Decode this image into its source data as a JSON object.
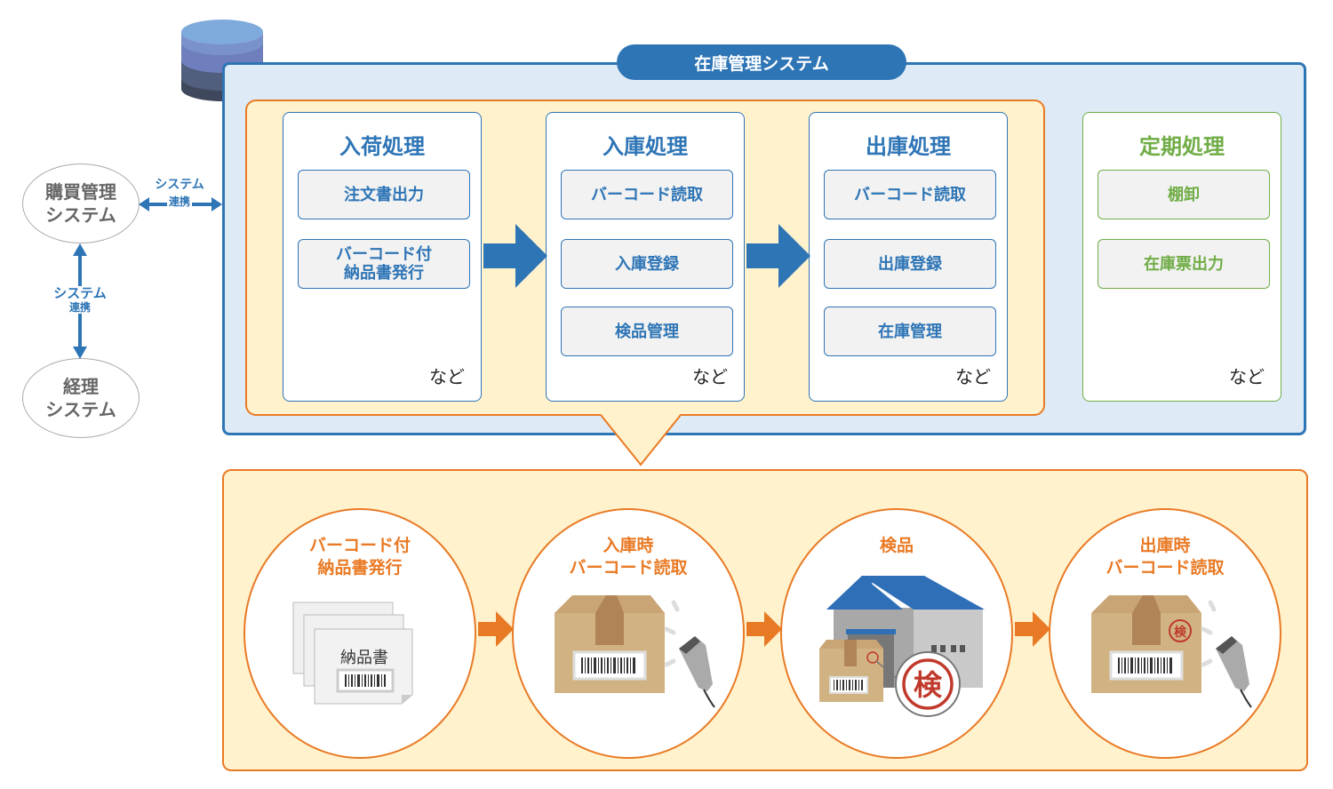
{
  "diagram": {
    "system_title": "在庫管理システム",
    "external_systems": [
      {
        "name_line1": "購買管理",
        "name_line2": "システム"
      },
      {
        "name_line1": "経理",
        "name_line2": "システム"
      }
    ],
    "links": [
      {
        "line1": "システム",
        "line2": "連携",
        "between": "購買管理システム ↔ 在庫管理システム"
      },
      {
        "line1": "システム",
        "line2": "連携",
        "between": "購買管理システム ↔ 経理システム"
      }
    ],
    "process_cards": [
      {
        "title": "入荷処理",
        "items": [
          "注文書出力",
          "バーコード付\n納品書発行"
        ],
        "etc": "など"
      },
      {
        "title": "入庫処理",
        "items": [
          "バーコード読取",
          "入庫登録",
          "検品管理"
        ],
        "etc": "など"
      },
      {
        "title": "出庫処理",
        "items": [
          "バーコード読取",
          "出庫登録",
          "在庫管理"
        ],
        "etc": "など"
      },
      {
        "title": "定期処理",
        "items": [
          "棚卸",
          "在庫票出力"
        ],
        "etc": "など"
      }
    ],
    "workflow_steps": [
      {
        "line1": "バーコード付",
        "line2": "納品書発行",
        "illustration": "delivery-slip-barcode",
        "doc_label": "納品書"
      },
      {
        "line1": "入庫時",
        "line2": "バーコード読取",
        "illustration": "box-barcode-scanner"
      },
      {
        "line1": "検品",
        "line2": "",
        "illustration": "warehouse-inspection-stamp",
        "stamp_label": "検"
      },
      {
        "line1": "出庫時",
        "line2": "バーコード読取",
        "illustration": "stamped-box-barcode-scanner",
        "stamp_label": "検"
      }
    ],
    "colors": {
      "system_blue": "#2e75b6",
      "panel_blue": "#deebf7",
      "accent_orange": "#e97a25",
      "panel_cream": "#fff2cc",
      "periodic_green": "#70ad47",
      "item_gray": "#f2f2f2"
    }
  }
}
